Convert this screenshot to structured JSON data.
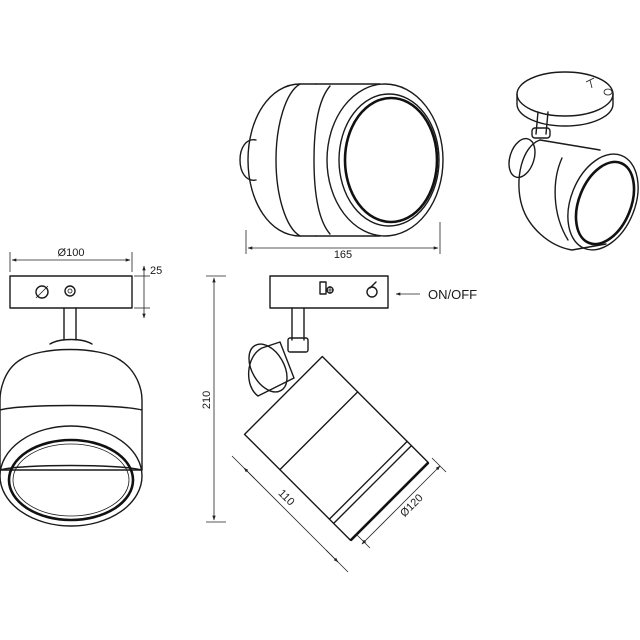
{
  "dimensions": {
    "top_width": "165",
    "base_diameter": "Ø100",
    "base_height": "25",
    "total_height": "210",
    "head_length": "110",
    "head_diameter": "Ø120"
  },
  "callouts": {
    "switch": "ON/OFF"
  },
  "icons": [
    "arrow-left-icon"
  ]
}
